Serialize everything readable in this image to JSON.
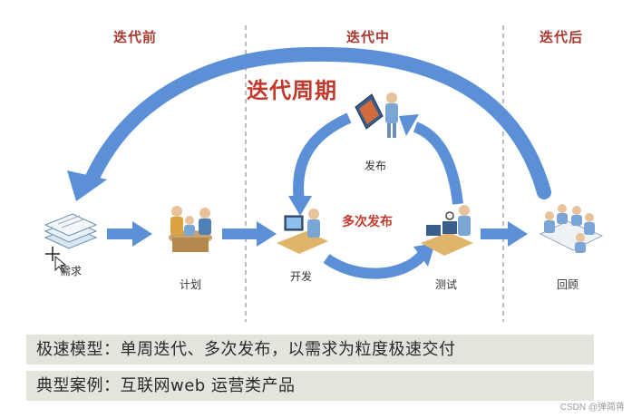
{
  "phases": {
    "before": "迭代前",
    "during": "迭代中",
    "after": "迭代后"
  },
  "cycle_title": "迭代周期",
  "multi_release": "多次发布",
  "steps": {
    "requirements": "需求",
    "plan": "计划",
    "develop": "开发",
    "release": "发布",
    "test": "测试",
    "review": "回顾"
  },
  "info": {
    "line1": "极速模型：单周迭代、多次发布，以需求为粒度极速交付",
    "line2": "典型案例：互联网web 运营类产品"
  },
  "watermark": "CSDN @弹简蒋",
  "colors": {
    "arrow": "#5b8fd6",
    "accent": "#c0392b",
    "info_bg": "#e4e4dd"
  }
}
